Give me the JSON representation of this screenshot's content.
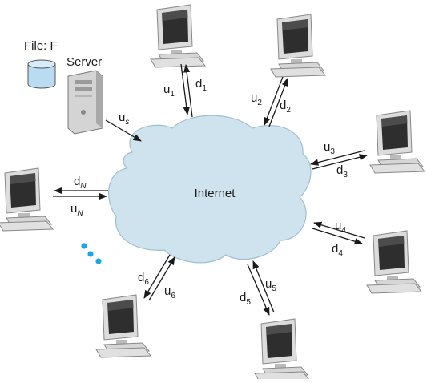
{
  "file_label": "File: F",
  "server_label": "Server",
  "cloud_label": "Internet",
  "colors": {
    "cloud_fill": "#cfe3ee",
    "cloud_stroke": "#9fbfd1",
    "arrow": "#1a1a1a",
    "monitor_body": "#d9d9d9",
    "monitor_screen": "#2e2e2e",
    "server_body": "#d4d4d4",
    "file_cylinder": "#b9dcf3",
    "dots": "#1aa7e8"
  },
  "icons": [
    "file-database-icon",
    "server-icon",
    "computer-icon",
    "more-dots-icon"
  ],
  "links": [
    {
      "id": "server",
      "up": {
        "base": "u",
        "sub": "s"
      }
    },
    {
      "id": "peer-1",
      "up": {
        "base": "u",
        "sub": "1"
      },
      "down": {
        "base": "d",
        "sub": "1"
      }
    },
    {
      "id": "peer-2",
      "up": {
        "base": "u",
        "sub": "2"
      },
      "down": {
        "base": "d",
        "sub": "2"
      }
    },
    {
      "id": "peer-3",
      "up": {
        "base": "u",
        "sub": "3"
      },
      "down": {
        "base": "d",
        "sub": "3"
      }
    },
    {
      "id": "peer-4",
      "up": {
        "base": "u",
        "sub": "4"
      },
      "down": {
        "base": "d",
        "sub": "4"
      }
    },
    {
      "id": "peer-5",
      "up": {
        "base": "u",
        "sub": "5"
      },
      "down": {
        "base": "d",
        "sub": "5"
      }
    },
    {
      "id": "peer-6",
      "up": {
        "base": "u",
        "sub": "6"
      },
      "down": {
        "base": "d",
        "sub": "6"
      }
    },
    {
      "id": "peer-n",
      "up": {
        "base": "u",
        "sub": "N"
      },
      "down": {
        "base": "d",
        "sub": "N"
      }
    }
  ]
}
